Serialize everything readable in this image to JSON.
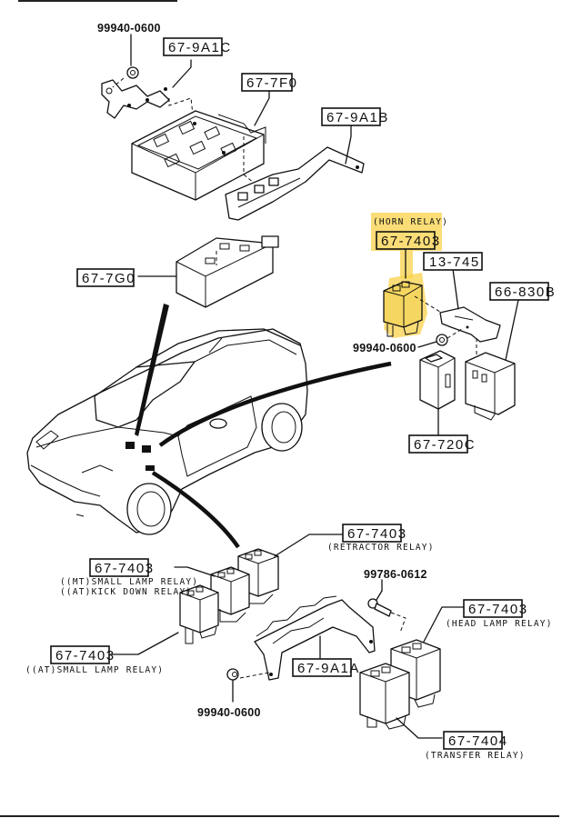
{
  "diagram": {
    "type": "exploded parts diagram",
    "subject": "Relay and control unit locations",
    "highlight_color": "#f9d24a",
    "labels": {
      "top_nut_pn": "99940-0600",
      "bracket_9a1c": "67-9A1C",
      "box_7f0": "67-7F0",
      "bracket_9a1b": "67-9A1B",
      "unit_7g0": "67-7G0",
      "horn_relay_caption": "(HORN RELAY)",
      "horn_relay_pn": "67-7403",
      "bracket_13745": "13-745",
      "unit_66830b": "66-830B",
      "mid_nut_pn": "99940-0600",
      "unit_720c": "67-720C",
      "retractor_relay_pn": "67-7403",
      "retractor_relay_caption": "(RETRACTOR RELAY)",
      "mt_small_lamp_pn": "67-7403",
      "mt_small_lamp_caption_1": "((MT)SMALL LAMP RELAY)",
      "mt_small_lamp_caption_2": "((AT)KICK DOWN RELAY)",
      "at_small_lamp_pn": "67-7403",
      "at_small_lamp_caption": "((AT)SMALL LAMP RELAY)",
      "bolt_pn": "99786-0612",
      "head_lamp_pn": "67-7403",
      "head_lamp_caption": "(HEAD LAMP RELAY)",
      "bracket_9a1a": "67-9A1A",
      "bottom_nut_pn": "99940-0600",
      "transfer_relay_pn": "67-7404",
      "transfer_relay_caption": "(TRANSFER RELAY)"
    }
  }
}
